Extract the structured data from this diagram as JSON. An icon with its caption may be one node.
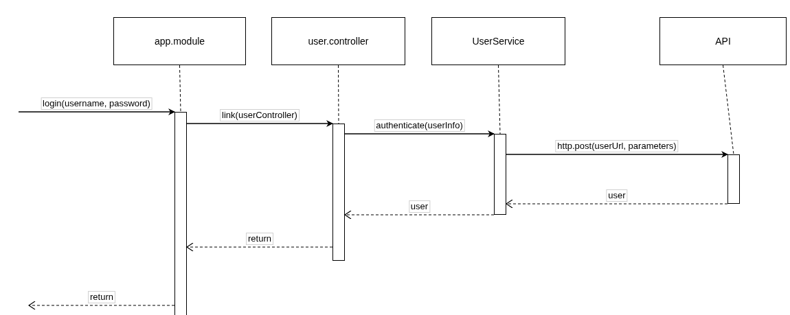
{
  "diagram": {
    "nodes": [
      {
        "text": [
          "app.module"
        ]
      },
      {
        "text": [
          "user.controller"
        ]
      },
      {
        "text": [
          "UserService"
        ]
      },
      {
        "text": [
          "API"
        ]
      },
      {
        "text": [],
        "shape": "bar"
      },
      {
        "text": [],
        "shape": "bar"
      },
      {
        "text": [],
        "shape": "bar"
      },
      {
        "text": [],
        "shape": "bar"
      }
    ],
    "edges": [
      {
        "from": 0,
        "to": 4,
        "arrow": "none",
        "style": "dashed"
      },
      {
        "from": 1,
        "to": 5,
        "arrow": "none",
        "style": "dashed"
      },
      {
        "from": 2,
        "to": 6,
        "arrow": "none",
        "style": "dashed"
      },
      {
        "from": 3,
        "to": 7,
        "arrow": "none",
        "style": "dashed"
      },
      {
        "from": null,
        "to": 4,
        "arrow": "to",
        "label": "login(username, password)"
      },
      {
        "from": 4,
        "to": 5,
        "arrow": "to",
        "label": "link(userController)"
      },
      {
        "from": 5,
        "to": 6,
        "arrow": "to",
        "label": "authenticate(userInfo)"
      },
      {
        "from": 6,
        "to": 7,
        "arrow": "to",
        "label": "http.post(userUrl, parameters)"
      },
      {
        "from": 7,
        "to": 6,
        "arrow": "to",
        "label": "user",
        "style": "dashed"
      },
      {
        "from": 6,
        "to": 5,
        "arrow": "to",
        "label": "user",
        "style": "dashed"
      },
      {
        "from": 5,
        "to": 4,
        "arrow": "to",
        "label": "return",
        "style": "dashed"
      },
      {
        "from": 4,
        "to": null,
        "arrow": "to",
        "label": "return",
        "style": "dashed"
      }
    ]
  }
}
